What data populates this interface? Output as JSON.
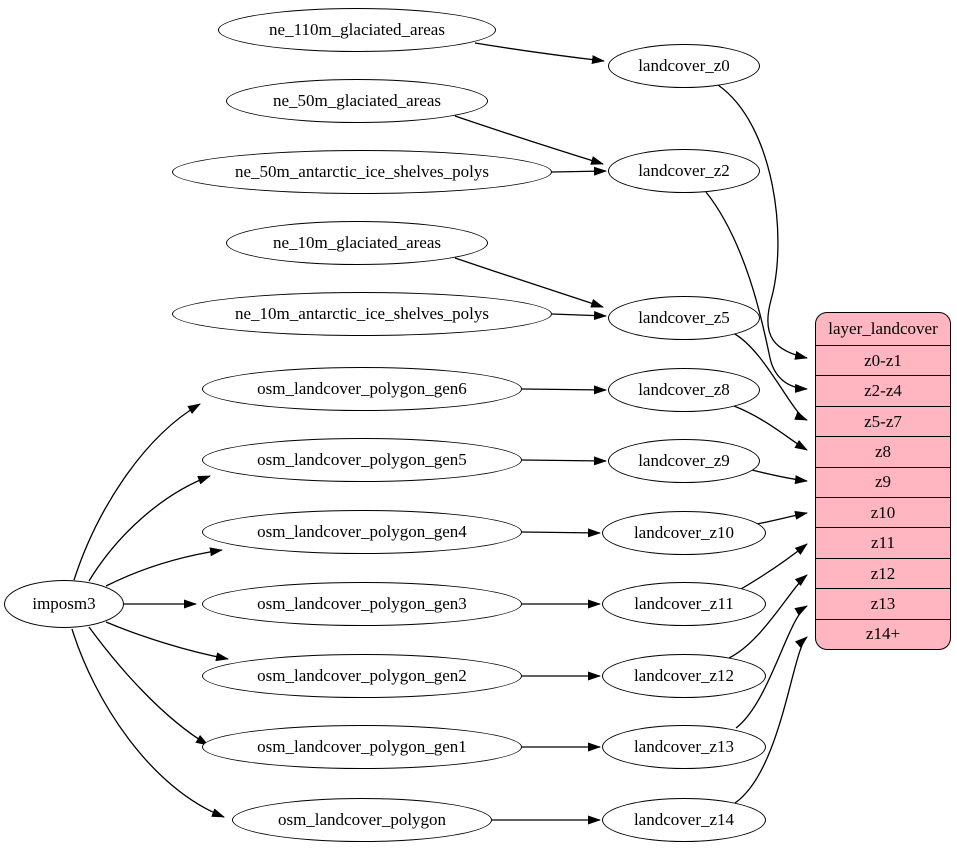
{
  "diagram": {
    "nodes": [
      {
        "id": "imposm3",
        "label": "imposm3"
      },
      {
        "id": "ne_110m_glaciated_areas",
        "label": "ne_110m_glaciated_areas"
      },
      {
        "id": "ne_50m_glaciated_areas",
        "label": "ne_50m_glaciated_areas"
      },
      {
        "id": "ne_50m_antarctic_ice_shelves_polys",
        "label": "ne_50m_antarctic_ice_shelves_polys"
      },
      {
        "id": "ne_10m_glaciated_areas",
        "label": "ne_10m_glaciated_areas"
      },
      {
        "id": "ne_10m_antarctic_ice_shelves_polys",
        "label": "ne_10m_antarctic_ice_shelves_polys"
      },
      {
        "id": "osm_landcover_polygon_gen6",
        "label": "osm_landcover_polygon_gen6"
      },
      {
        "id": "osm_landcover_polygon_gen5",
        "label": "osm_landcover_polygon_gen5"
      },
      {
        "id": "osm_landcover_polygon_gen4",
        "label": "osm_landcover_polygon_gen4"
      },
      {
        "id": "osm_landcover_polygon_gen3",
        "label": "osm_landcover_polygon_gen3"
      },
      {
        "id": "osm_landcover_polygon_gen2",
        "label": "osm_landcover_polygon_gen2"
      },
      {
        "id": "osm_landcover_polygon_gen1",
        "label": "osm_landcover_polygon_gen1"
      },
      {
        "id": "osm_landcover_polygon",
        "label": "osm_landcover_polygon"
      },
      {
        "id": "landcover_z0",
        "label": "landcover_z0"
      },
      {
        "id": "landcover_z2",
        "label": "landcover_z2"
      },
      {
        "id": "landcover_z5",
        "label": "landcover_z5"
      },
      {
        "id": "landcover_z8",
        "label": "landcover_z8"
      },
      {
        "id": "landcover_z9",
        "label": "landcover_z9"
      },
      {
        "id": "landcover_z10",
        "label": "landcover_z10"
      },
      {
        "id": "landcover_z11",
        "label": "landcover_z11"
      },
      {
        "id": "landcover_z12",
        "label": "landcover_z12"
      },
      {
        "id": "landcover_z13",
        "label": "landcover_z13"
      },
      {
        "id": "landcover_z14",
        "label": "landcover_z14"
      }
    ],
    "record": {
      "id": "layer_landcover",
      "title": "layer_landcover",
      "rows": [
        "z0-z1",
        "z2-z4",
        "z5-z7",
        "z8",
        "z9",
        "z10",
        "z11",
        "z12",
        "z13",
        "z14+"
      ]
    },
    "edges": [
      {
        "from": "ne_110m_glaciated_areas",
        "to": "landcover_z0"
      },
      {
        "from": "ne_50m_glaciated_areas",
        "to": "landcover_z2"
      },
      {
        "from": "ne_50m_antarctic_ice_shelves_polys",
        "to": "landcover_z2"
      },
      {
        "from": "ne_10m_glaciated_areas",
        "to": "landcover_z5"
      },
      {
        "from": "ne_10m_antarctic_ice_shelves_polys",
        "to": "landcover_z5"
      },
      {
        "from": "osm_landcover_polygon_gen6",
        "to": "landcover_z8"
      },
      {
        "from": "osm_landcover_polygon_gen5",
        "to": "landcover_z9"
      },
      {
        "from": "osm_landcover_polygon_gen4",
        "to": "landcover_z10"
      },
      {
        "from": "osm_landcover_polygon_gen3",
        "to": "landcover_z11"
      },
      {
        "from": "osm_landcover_polygon_gen2",
        "to": "landcover_z12"
      },
      {
        "from": "osm_landcover_polygon_gen1",
        "to": "landcover_z13"
      },
      {
        "from": "osm_landcover_polygon",
        "to": "landcover_z14"
      },
      {
        "from": "imposm3",
        "to": "osm_landcover_polygon_gen6"
      },
      {
        "from": "imposm3",
        "to": "osm_landcover_polygon_gen5"
      },
      {
        "from": "imposm3",
        "to": "osm_landcover_polygon_gen4"
      },
      {
        "from": "imposm3",
        "to": "osm_landcover_polygon_gen3"
      },
      {
        "from": "imposm3",
        "to": "osm_landcover_polygon_gen2"
      },
      {
        "from": "imposm3",
        "to": "osm_landcover_polygon_gen1"
      },
      {
        "from": "imposm3",
        "to": "osm_landcover_polygon"
      },
      {
        "from": "landcover_z0",
        "to": "layer_landcover:z0-z1"
      },
      {
        "from": "landcover_z2",
        "to": "layer_landcover:z2-z4"
      },
      {
        "from": "landcover_z5",
        "to": "layer_landcover:z5-z7"
      },
      {
        "from": "landcover_z8",
        "to": "layer_landcover:z8"
      },
      {
        "from": "landcover_z9",
        "to": "layer_landcover:z9"
      },
      {
        "from": "landcover_z10",
        "to": "layer_landcover:z10"
      },
      {
        "from": "landcover_z11",
        "to": "layer_landcover:z11"
      },
      {
        "from": "landcover_z12",
        "to": "layer_landcover:z12"
      },
      {
        "from": "landcover_z13",
        "to": "layer_landcover:z13"
      },
      {
        "from": "landcover_z14",
        "to": "layer_landcover:z14+"
      }
    ],
    "colors": {
      "background": "#ffffff",
      "node_fill": "#ffffff",
      "node_stroke": "#000000",
      "edge": "#000000",
      "record_fill": "#ffb6c1",
      "record_stroke": "#000000",
      "text": "#000000"
    }
  }
}
